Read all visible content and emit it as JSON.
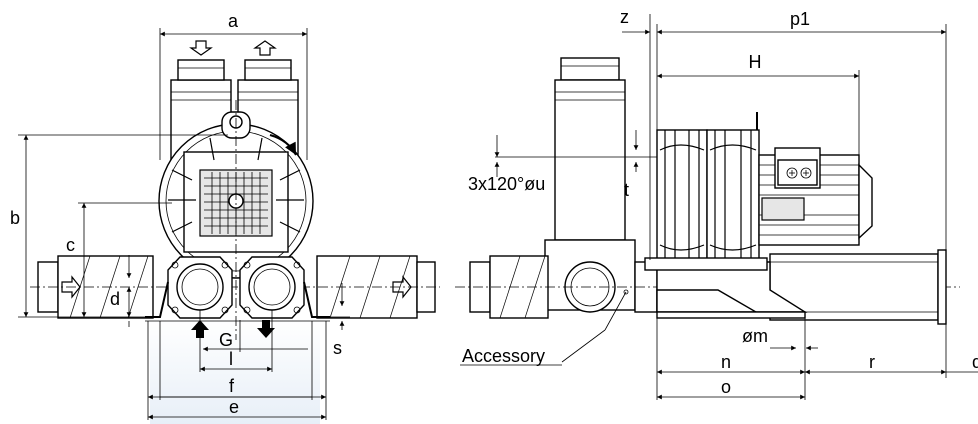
{
  "front_view": {
    "labels": {
      "a": "a",
      "b": "b",
      "c": "c",
      "d": "d",
      "G": "G",
      "l": "l",
      "s": "s",
      "f": "f",
      "e": "e"
    }
  },
  "side_view": {
    "labels": {
      "z": "z",
      "p1": "p1",
      "H": "H",
      "bolt_pattern": "3x120°øu",
      "t": "t",
      "accessory": "Accessory",
      "m": "øm",
      "n": "n",
      "o": "o",
      "r": "r",
      "q": "q"
    }
  }
}
